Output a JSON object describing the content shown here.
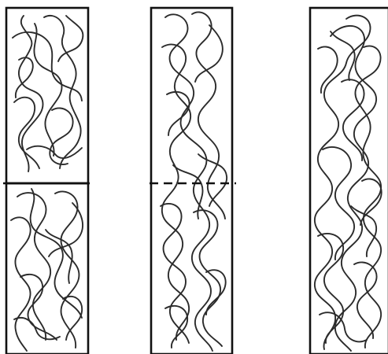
{
  "colors": {
    "background": "#ffffff",
    "frame": "#111111",
    "chain": "#2b2b2b"
  },
  "panels": [
    {
      "id": "separated",
      "interface": "solid"
    },
    {
      "id": "interdiffusing",
      "interface": "dashed"
    },
    {
      "id": "healed",
      "interface": "none"
    }
  ]
}
